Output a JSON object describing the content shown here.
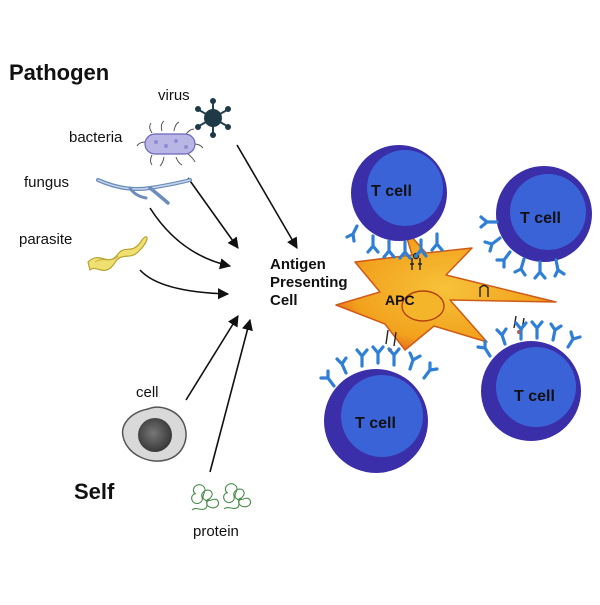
{
  "headings": {
    "pathogen": "Pathogen",
    "self": "Self"
  },
  "pathogens": {
    "virus": "virus",
    "bacteria": "bacteria",
    "fungus": "fungus",
    "parasite": "parasite"
  },
  "self_items": {
    "cell": "cell",
    "protein": "protein"
  },
  "apc": {
    "label_line1": "Antigen",
    "label_line2": "Presenting",
    "label_line3": "Cell",
    "abbrev": "APC"
  },
  "tcell_label": "T cell",
  "colors": {
    "tcell_outer": "#3a2fa8",
    "tcell_inner": "#3a63d8",
    "receptor": "#2f7fd6",
    "apc_orange": "#f2a21d",
    "apc_red": "#e0531c",
    "arrow": "#111111"
  }
}
